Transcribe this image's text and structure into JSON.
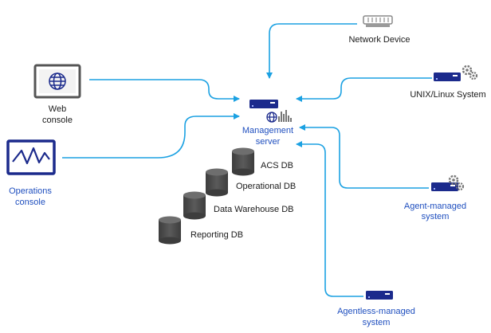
{
  "labels": {
    "network_device": "Network Device",
    "unix_linux": "UNIX/Linux System",
    "web_console_1": "Web",
    "web_console_2": "console",
    "management_server_1": "Management",
    "management_server_2": "server",
    "operations_console_1": "Operations",
    "operations_console_2": "console",
    "agent_managed_1": "Agent-managed",
    "agent_managed_2": "system",
    "agentless_managed_1": "Agentless-managed",
    "agentless_managed_2": "system",
    "acs_db": "ACS DB",
    "operational_db": "Operational DB",
    "data_warehouse_db": "Data Warehouse DB",
    "reporting_db": "Reporting DB"
  },
  "icons": {
    "network_device": "network-device-icon",
    "unix_linux": "unix-linux-server-icon",
    "web_console": "web-console-monitor-icon",
    "management_server": "management-server-icon",
    "operations_console": "operations-console-monitor-icon",
    "agent_managed": "agent-managed-server-icon",
    "agentless_managed": "agentless-managed-server-icon",
    "database": "database-cylinder-icon"
  },
  "colors": {
    "arrow": "#1ba1e2",
    "navy": "#1b2a8c",
    "blue_text": "#1f4fbf",
    "db_fill": "#4a4a4a",
    "db_top": "#6e6e6e",
    "gear": "#777777",
    "network_device": "#9a9a9a"
  }
}
